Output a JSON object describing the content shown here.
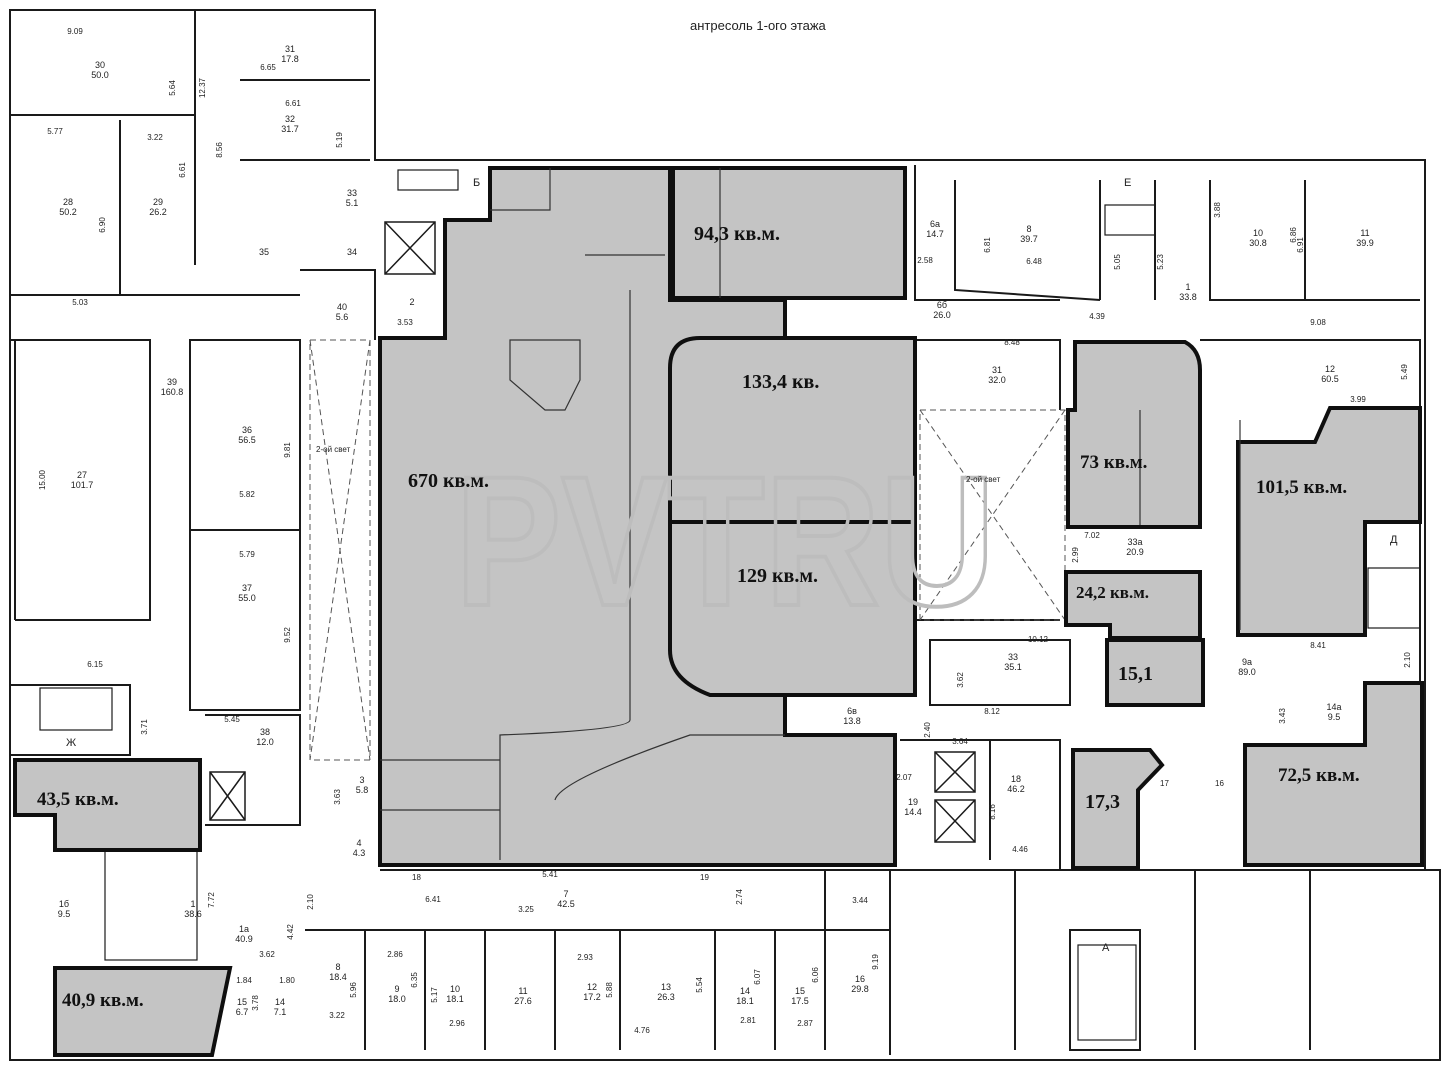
{
  "title": "антресоль 1-ого этажа",
  "watermark": "PVTRU",
  "colors": {
    "highlight_fill": "#c4c4c4",
    "wall": "#1a1a1a",
    "background": "#ffffff"
  },
  "highlighted_units": [
    {
      "id": "u94",
      "label": "94,3 кв.м."
    },
    {
      "id": "u133",
      "label": "133,4 кв."
    },
    {
      "id": "u129",
      "label": "129 кв.м."
    },
    {
      "id": "u670",
      "label": "670 кв.м."
    },
    {
      "id": "u73",
      "label": "73 кв.м."
    },
    {
      "id": "u1015",
      "label": "101,5 кв.м."
    },
    {
      "id": "u242",
      "label": "24,2 кв.м."
    },
    {
      "id": "u151",
      "label": "15,1"
    },
    {
      "id": "u435",
      "label": "43,5 кв.м."
    },
    {
      "id": "u173",
      "label": "17,3"
    },
    {
      "id": "u725",
      "label": "72,5 кв.м."
    },
    {
      "id": "u409",
      "label": "40,9 кв.м."
    }
  ],
  "rooms": [
    {
      "id": "r30",
      "num": "30",
      "area": "50.0"
    },
    {
      "id": "r31",
      "num": "31",
      "area": "17.8"
    },
    {
      "id": "r32",
      "num": "32",
      "area": "31.7"
    },
    {
      "id": "r28",
      "num": "28",
      "area": "50.2"
    },
    {
      "id": "r29",
      "num": "29",
      "area": "26.2"
    },
    {
      "id": "r33",
      "num": "33",
      "area": "5.1"
    },
    {
      "id": "r35",
      "num": "35",
      "area": ""
    },
    {
      "id": "r34",
      "num": "34",
      "area": ""
    },
    {
      "id": "r40",
      "num": "40",
      "area": "5.6"
    },
    {
      "id": "r2",
      "num": "2",
      "area": ""
    },
    {
      "id": "r39",
      "num": "39",
      "area": "160.8"
    },
    {
      "id": "r27",
      "num": "27",
      "area": "101.7"
    },
    {
      "id": "r36",
      "num": "36",
      "area": "56.5"
    },
    {
      "id": "r37",
      "num": "37",
      "area": "55.0"
    },
    {
      "id": "r38",
      "num": "38",
      "area": "12.0"
    },
    {
      "id": "r6a",
      "num": "6а",
      "area": "14.7"
    },
    {
      "id": "r8",
      "num": "8",
      "area": "39.7"
    },
    {
      "id": "r1r",
      "num": "1",
      "area": "33.8"
    },
    {
      "id": "r10r",
      "num": "10",
      "area": "30.8"
    },
    {
      "id": "r11r",
      "num": "11",
      "area": "39.9"
    },
    {
      "id": "r6b",
      "num": "6б",
      "area": "26.0"
    },
    {
      "id": "r31b",
      "num": "31",
      "area": "32.0"
    },
    {
      "id": "r12r",
      "num": "12",
      "area": "60.5"
    },
    {
      "id": "r33a",
      "num": "33а",
      "area": "20.9"
    },
    {
      "id": "r33b",
      "num": "33",
      "area": "35.1"
    },
    {
      "id": "r9a",
      "num": "9а",
      "area": "89.0"
    },
    {
      "id": "r14a",
      "num": "14а",
      "area": "9.5"
    },
    {
      "id": "r6v",
      "num": "6в",
      "area": "13.8"
    },
    {
      "id": "r18",
      "num": "18",
      "area": "46.2"
    },
    {
      "id": "r19",
      "num": "19",
      "area": "14.4"
    },
    {
      "id": "r3",
      "num": "3",
      "area": "5.8"
    },
    {
      "id": "r4",
      "num": "4",
      "area": "4.3"
    },
    {
      "id": "r7",
      "num": "7",
      "area": "42.5"
    },
    {
      "id": "r1b",
      "num": "1б",
      "area": "9.5"
    },
    {
      "id": "r1l",
      "num": "1",
      "area": "38.6"
    },
    {
      "id": "r1a",
      "num": "1а",
      "area": "40.9"
    },
    {
      "id": "r8b",
      "num": "8",
      "area": "18.4"
    },
    {
      "id": "r9b",
      "num": "9",
      "area": "18.0"
    },
    {
      "id": "r10b",
      "num": "10",
      "area": "18.1"
    },
    {
      "id": "r11b",
      "num": "11",
      "area": "27.6"
    },
    {
      "id": "r12b",
      "num": "12",
      "area": "17.2"
    },
    {
      "id": "r13b",
      "num": "13",
      "area": "26.3"
    },
    {
      "id": "r14b",
      "num": "14",
      "area": "18.1"
    },
    {
      "id": "r15b",
      "num": "15",
      "area": "17.5"
    },
    {
      "id": "r16b",
      "num": "16",
      "area": "29.8"
    },
    {
      "id": "r15l",
      "num": "15",
      "area": "6.7"
    },
    {
      "id": "r14l",
      "num": "14",
      "area": "7.1"
    }
  ],
  "stair_labels": [
    "Б",
    "Е",
    "Д",
    "Ж",
    "А"
  ],
  "void_labels": [
    "2-ой свет",
    "2-ой свет"
  ],
  "dimensions": [
    "9.09",
    "5.64",
    "12.37",
    "6.65",
    "6.61",
    "5.19",
    "5.77",
    "3.22",
    "6.61",
    "8.56",
    "6.90",
    "5.03",
    "15.00",
    "9.81",
    "5.82",
    "5.79",
    "9.52",
    "6.15",
    "5.45",
    "3.71",
    "3.53",
    "2.58",
    "6.81",
    "6.48",
    "5.05",
    "5.23",
    "3.88",
    "6.86",
    "6.91",
    "4.39",
    "9.08",
    "8.48",
    "3.99",
    "5.49",
    "7.02",
    "2.99",
    "10.12",
    "3.62",
    "8.12",
    "2.40",
    "3.64",
    "2.07",
    "8.16",
    "4.46",
    "3.43",
    "2.10",
    "8.41",
    "5.41",
    "6.41",
    "3.25",
    "2.74",
    "3.44",
    "9.19",
    "2.86",
    "6.35",
    "5.17",
    "2.93",
    "5.88",
    "5.54",
    "6.07",
    "6.06",
    "2.96",
    "4.76",
    "2.81",
    "2.87",
    "3.22",
    "5.96",
    "7.72",
    "4.42",
    "2.10",
    "3.62",
    "1.84",
    "1.80",
    "3.78",
    "3.63"
  ],
  "corridor_labels": [
    "16",
    "17",
    "18",
    "19"
  ]
}
